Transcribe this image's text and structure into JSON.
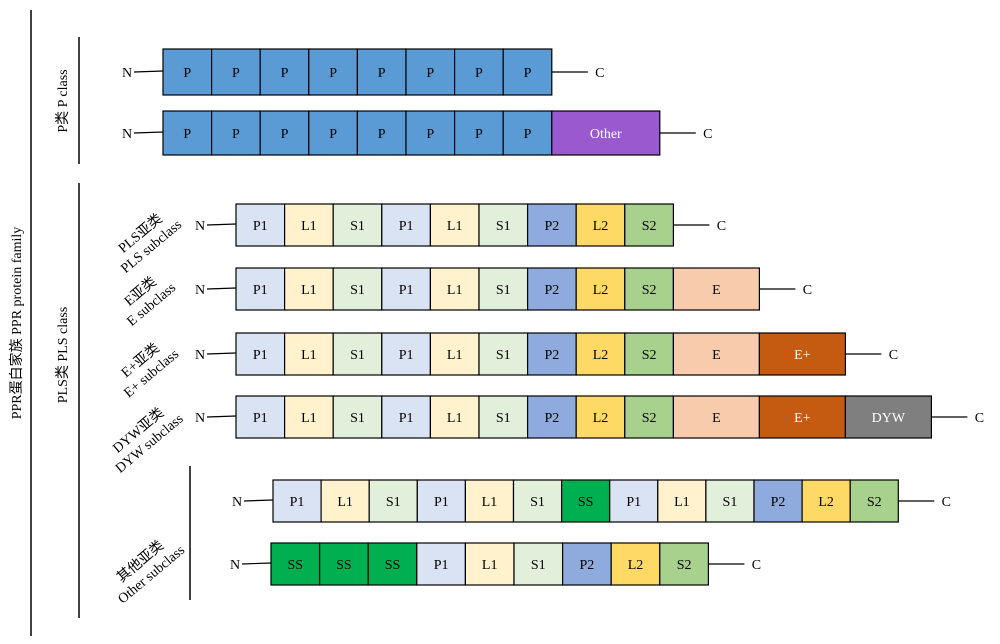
{
  "colors": {
    "P": "#5b9bd5",
    "Other": "#9b59d0",
    "P1": "#dae3f3",
    "L1": "#fff2cc",
    "S1": "#e2efda",
    "P2": "#8faadc",
    "L2": "#ffd966",
    "S2": "#a9d18e",
    "E": "#f8cbad",
    "E+": "#c55a11",
    "DYW": "#7f7f7f",
    "SS": "#00b050",
    "line": "#000000"
  },
  "family_label": "PPR蛋白家族 PPR protein family",
  "classes": [
    {
      "label": "P类 P class",
      "subclasses": [
        {
          "label": [],
          "rows": [
            {
              "n": "N",
              "c": "C",
              "blocks": [
                "P",
                "P",
                "P",
                "P",
                "P",
                "P",
                "P",
                "P"
              ]
            },
            {
              "n": "N",
              "c": "C",
              "blocks": [
                "P",
                "P",
                "P",
                "P",
                "P",
                "P",
                "P",
                "P",
                "Other"
              ]
            }
          ]
        }
      ]
    },
    {
      "label": "PLS类 PLS class",
      "subclasses": [
        {
          "label": [
            "PLS亚类",
            "PLS subclass"
          ],
          "rows": [
            {
              "n": "N",
              "c": "C",
              "blocks": [
                "P1",
                "L1",
                "S1",
                "P1",
                "L1",
                "S1",
                "P2",
                "L2",
                "S2"
              ]
            }
          ]
        },
        {
          "label": [
            "E亚类",
            "E subclass"
          ],
          "rows": [
            {
              "n": "N",
              "c": "C",
              "blocks": [
                "P1",
                "L1",
                "S1",
                "P1",
                "L1",
                "S1",
                "P2",
                "L2",
                "S2",
                "E"
              ]
            }
          ]
        },
        {
          "label": [
            "E+亚类",
            "E+ subclass"
          ],
          "rows": [
            {
              "n": "N",
              "c": "C",
              "blocks": [
                "P1",
                "L1",
                "S1",
                "P1",
                "L1",
                "S1",
                "P2",
                "L2",
                "S2",
                "E",
                "E+"
              ]
            }
          ]
        },
        {
          "label": [
            "DYW亚类",
            "DYW subclass"
          ],
          "rows": [
            {
              "n": "N",
              "c": "C",
              "blocks": [
                "P1",
                "L1",
                "S1",
                "P1",
                "L1",
                "S1",
                "P2",
                "L2",
                "S2",
                "E",
                "E+",
                "DYW"
              ]
            }
          ]
        },
        {
          "label": [
            "其他亚类",
            "Other subclass"
          ],
          "rows": [
            {
              "n": "N",
              "c": "C",
              "blocks": [
                "P1",
                "L1",
                "S1",
                "P1",
                "L1",
                "S1",
                "SS",
                "P1",
                "L1",
                "S1",
                "P2",
                "L2",
                "S2"
              ]
            },
            {
              "n": "N",
              "c": "C",
              "blocks": [
                "SS",
                "SS",
                "SS",
                "P1",
                "L1",
                "S1",
                "P2",
                "L2",
                "S2"
              ]
            }
          ]
        }
      ]
    }
  ]
}
